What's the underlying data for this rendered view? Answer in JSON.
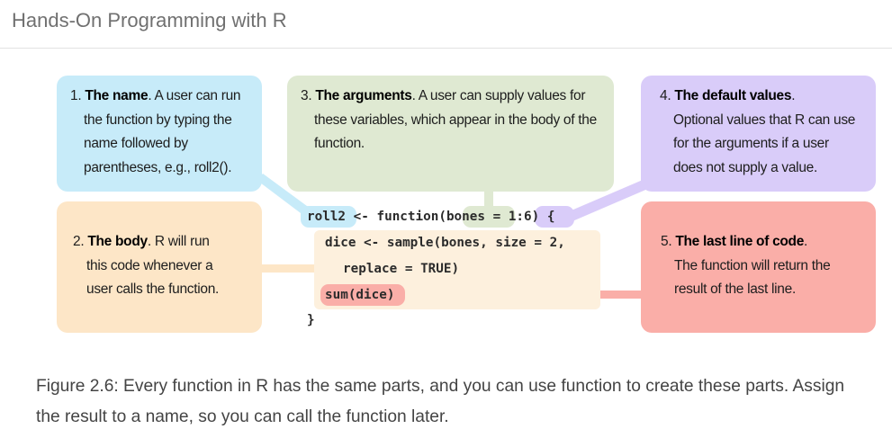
{
  "book": {
    "title": "Hands-On Programming with R"
  },
  "figure": {
    "callouts": {
      "name": {
        "lines": [
          {
            "bold": "The name",
            "prefix": "1. ",
            "rest": ". A user can run"
          },
          {
            "text": "the function by typing the"
          },
          {
            "text": "name followed by"
          },
          {
            "text": "parentheses, e.g., roll2()."
          }
        ],
        "color": "#c7ebf9"
      },
      "arguments": {
        "lines": [
          {
            "prefix": "3. ",
            "bold": "The arguments",
            "rest": ". A user can supply values for"
          },
          {
            "text": "these variables, which appear in the body of the"
          },
          {
            "text": "function."
          }
        ],
        "color": "#dfe9d2"
      },
      "default_values": {
        "lines": [
          {
            "prefix": "4. ",
            "bold": "The default values",
            "rest": "."
          },
          {
            "text": "Optional values that R can use"
          },
          {
            "text": "for the arguments if a user"
          },
          {
            "text": "does not supply a value."
          }
        ],
        "color": "#d9ccf9"
      },
      "body": {
        "lines": [
          {
            "prefix": "2. ",
            "bold": "The body",
            "rest": ". R will run"
          },
          {
            "text": "this code whenever a"
          },
          {
            "text": "user calls the function."
          }
        ],
        "color": "#fde6c7"
      },
      "last_line": {
        "lines": [
          {
            "prefix": "5. ",
            "bold": "The last line of code",
            "rest": "."
          },
          {
            "text": "The function will return the"
          },
          {
            "text": "result of the last line."
          }
        ],
        "color": "#faaea8"
      }
    },
    "code": {
      "line1": {
        "name": "roll2",
        "assign": " <- function(",
        "args": "bones",
        "eq": " = ",
        "default": "1:6",
        "close": ") {"
      },
      "line2": "dice <- sample(bones, size = 2,",
      "line3": "replace = TRUE)",
      "line4": "sum(dice)",
      "line5": "}"
    }
  },
  "caption": "Figure 2.6: Every function in R has the same parts, and you can use function to create these parts. Assign the result to a name, so you can call the function later."
}
